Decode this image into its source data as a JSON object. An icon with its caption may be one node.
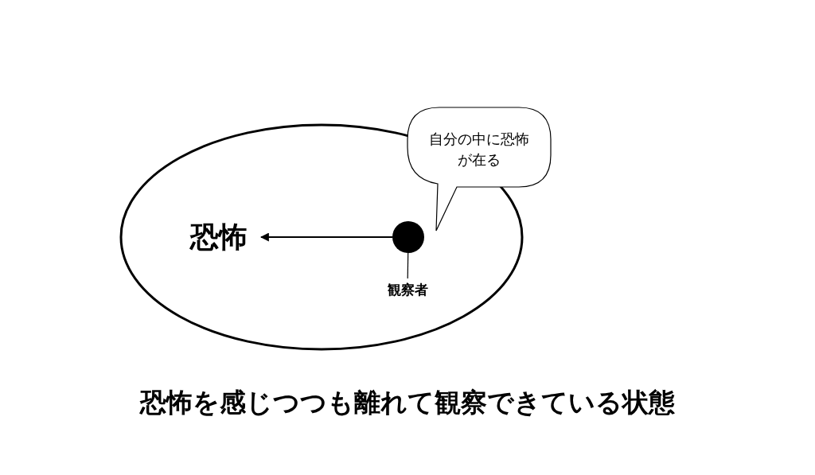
{
  "diagram": {
    "caption": "恐怖を感じつつも離れて観察できている状態",
    "nodes": [
      {
        "text": [],
        "shape": "ellipse"
      },
      {
        "text": [
          "恐怖"
        ],
        "in": 0
      },
      {
        "text": [],
        "shape": "circle",
        "in": 0
      },
      {
        "text": [
          "自分の中に恐怖が在る"
        ]
      },
      {
        "text": [
          "観察者"
        ],
        "in": 0
      }
    ],
    "edges": [
      {
        "from": 2,
        "to": 1,
        "arrow": "to"
      },
      {
        "from": 4,
        "to": 2,
        "arrow": "none"
      }
    ]
  }
}
